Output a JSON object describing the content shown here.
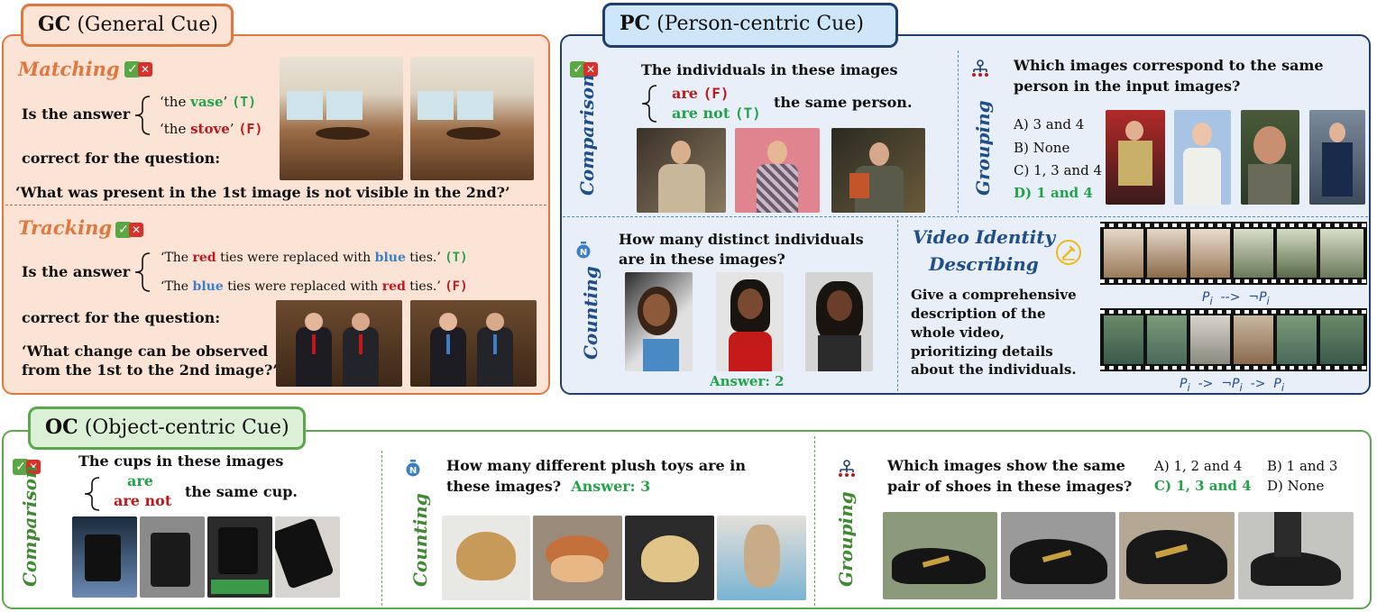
{
  "gc": {
    "tab_abbr": "GC",
    "tab_full": "(General Cue)",
    "matching": {
      "title": "Matching",
      "is_answer": "Is the answer",
      "opt1_pre": "‘the ",
      "opt1_word": "vase",
      "opt1_post": "’",
      "opt1_tag": "(T)",
      "opt2_pre": "‘the ",
      "opt2_word": "stove",
      "opt2_post": "’",
      "opt2_tag": "(F)",
      "correct_for": "correct for the question:",
      "question": "‘What was present in the 1st image is not visible in the 2nd?’"
    },
    "tracking": {
      "title": "Tracking",
      "is_answer": "Is the answer",
      "opt1_a": "‘The ",
      "opt1_c1": "red",
      "opt1_b": " ties were replaced with ",
      "opt1_c2": "blue",
      "opt1_c": " ties.’",
      "opt1_tag": "(T)",
      "opt2_a": "‘The ",
      "opt2_c1": "blue",
      "opt2_b": " ties were replaced with ",
      "opt2_c2": "red",
      "opt2_c": " ties.’",
      "opt2_tag": "(F)",
      "correct_for": "correct for the question:",
      "question_line1": "‘What change can be observed",
      "question_line2": "from the 1st to the 2nd image?’"
    }
  },
  "pc": {
    "tab_abbr": "PC",
    "tab_full": "(Person-centric Cue)",
    "comparison": {
      "label": "Comparison",
      "line1": "The individuals in these images",
      "opt_are": "are",
      "opt_are_tag": "(F)",
      "opt_not": "are not",
      "opt_not_tag": "(T)",
      "tail": "the same person."
    },
    "grouping": {
      "label": "Grouping",
      "line1": "Which images correspond to the same",
      "line2": "person in the input images?",
      "options": [
        "A) 3 and 4",
        "B) None",
        "C) 1, 3 and 4",
        "D) 1 and 4"
      ]
    },
    "counting": {
      "label": "Counting",
      "line1": "How many distinct individuals",
      "line2": "are in these images?",
      "answer": "Answer: 2"
    },
    "video": {
      "title_line1": "Video Identity",
      "title_line2": "Describing",
      "desc": [
        "Give a comprehensive",
        "description of the",
        "whole video,",
        "prioritizing details",
        "about the individuals."
      ],
      "seq1": "P<sub>i</sub> --> ¬P<sub>i</sub>",
      "seq1_parts": [
        "P",
        "i",
        "-->",
        "¬P",
        "i"
      ],
      "seq2_parts": [
        "P",
        "i",
        "->",
        "¬P",
        "i",
        "->",
        "P",
        "i"
      ]
    }
  },
  "oc": {
    "tab_abbr": "OC",
    "tab_full": "(Object-centric Cue)",
    "comparison": {
      "label": "Comparison",
      "line1": "The cups in these images",
      "opt_are": "are",
      "opt_not": "are not",
      "tail": "the same cup."
    },
    "counting": {
      "label": "Counting",
      "line1": "How many different plush toys are in",
      "line2": "these images?",
      "answer": "Answer: 3"
    },
    "grouping": {
      "label": "Grouping",
      "line1": "Which images show the same",
      "line2": "pair of shoes in these images?",
      "options": [
        "A) 1, 2 and 4",
        "B) 1 and 3",
        "C) 1, 3 and 4",
        "D) None"
      ]
    }
  },
  "icons": {
    "check": "check-icon",
    "cross": "cross-icon",
    "hierarchy": "hierarchy-icon",
    "stopwatch": "stopwatch-icon",
    "pencil": "pencil-icon"
  },
  "colors": {
    "gc_border": "#e0773f",
    "gc_fill": "#fbe3d6",
    "pc_border": "#1f3f6e",
    "pc_fill": "#e8eff8",
    "oc_border": "#5aa84a",
    "true_green": "#22a34a",
    "false_red": "#c0181c",
    "blue_word": "#3b7fc4"
  }
}
